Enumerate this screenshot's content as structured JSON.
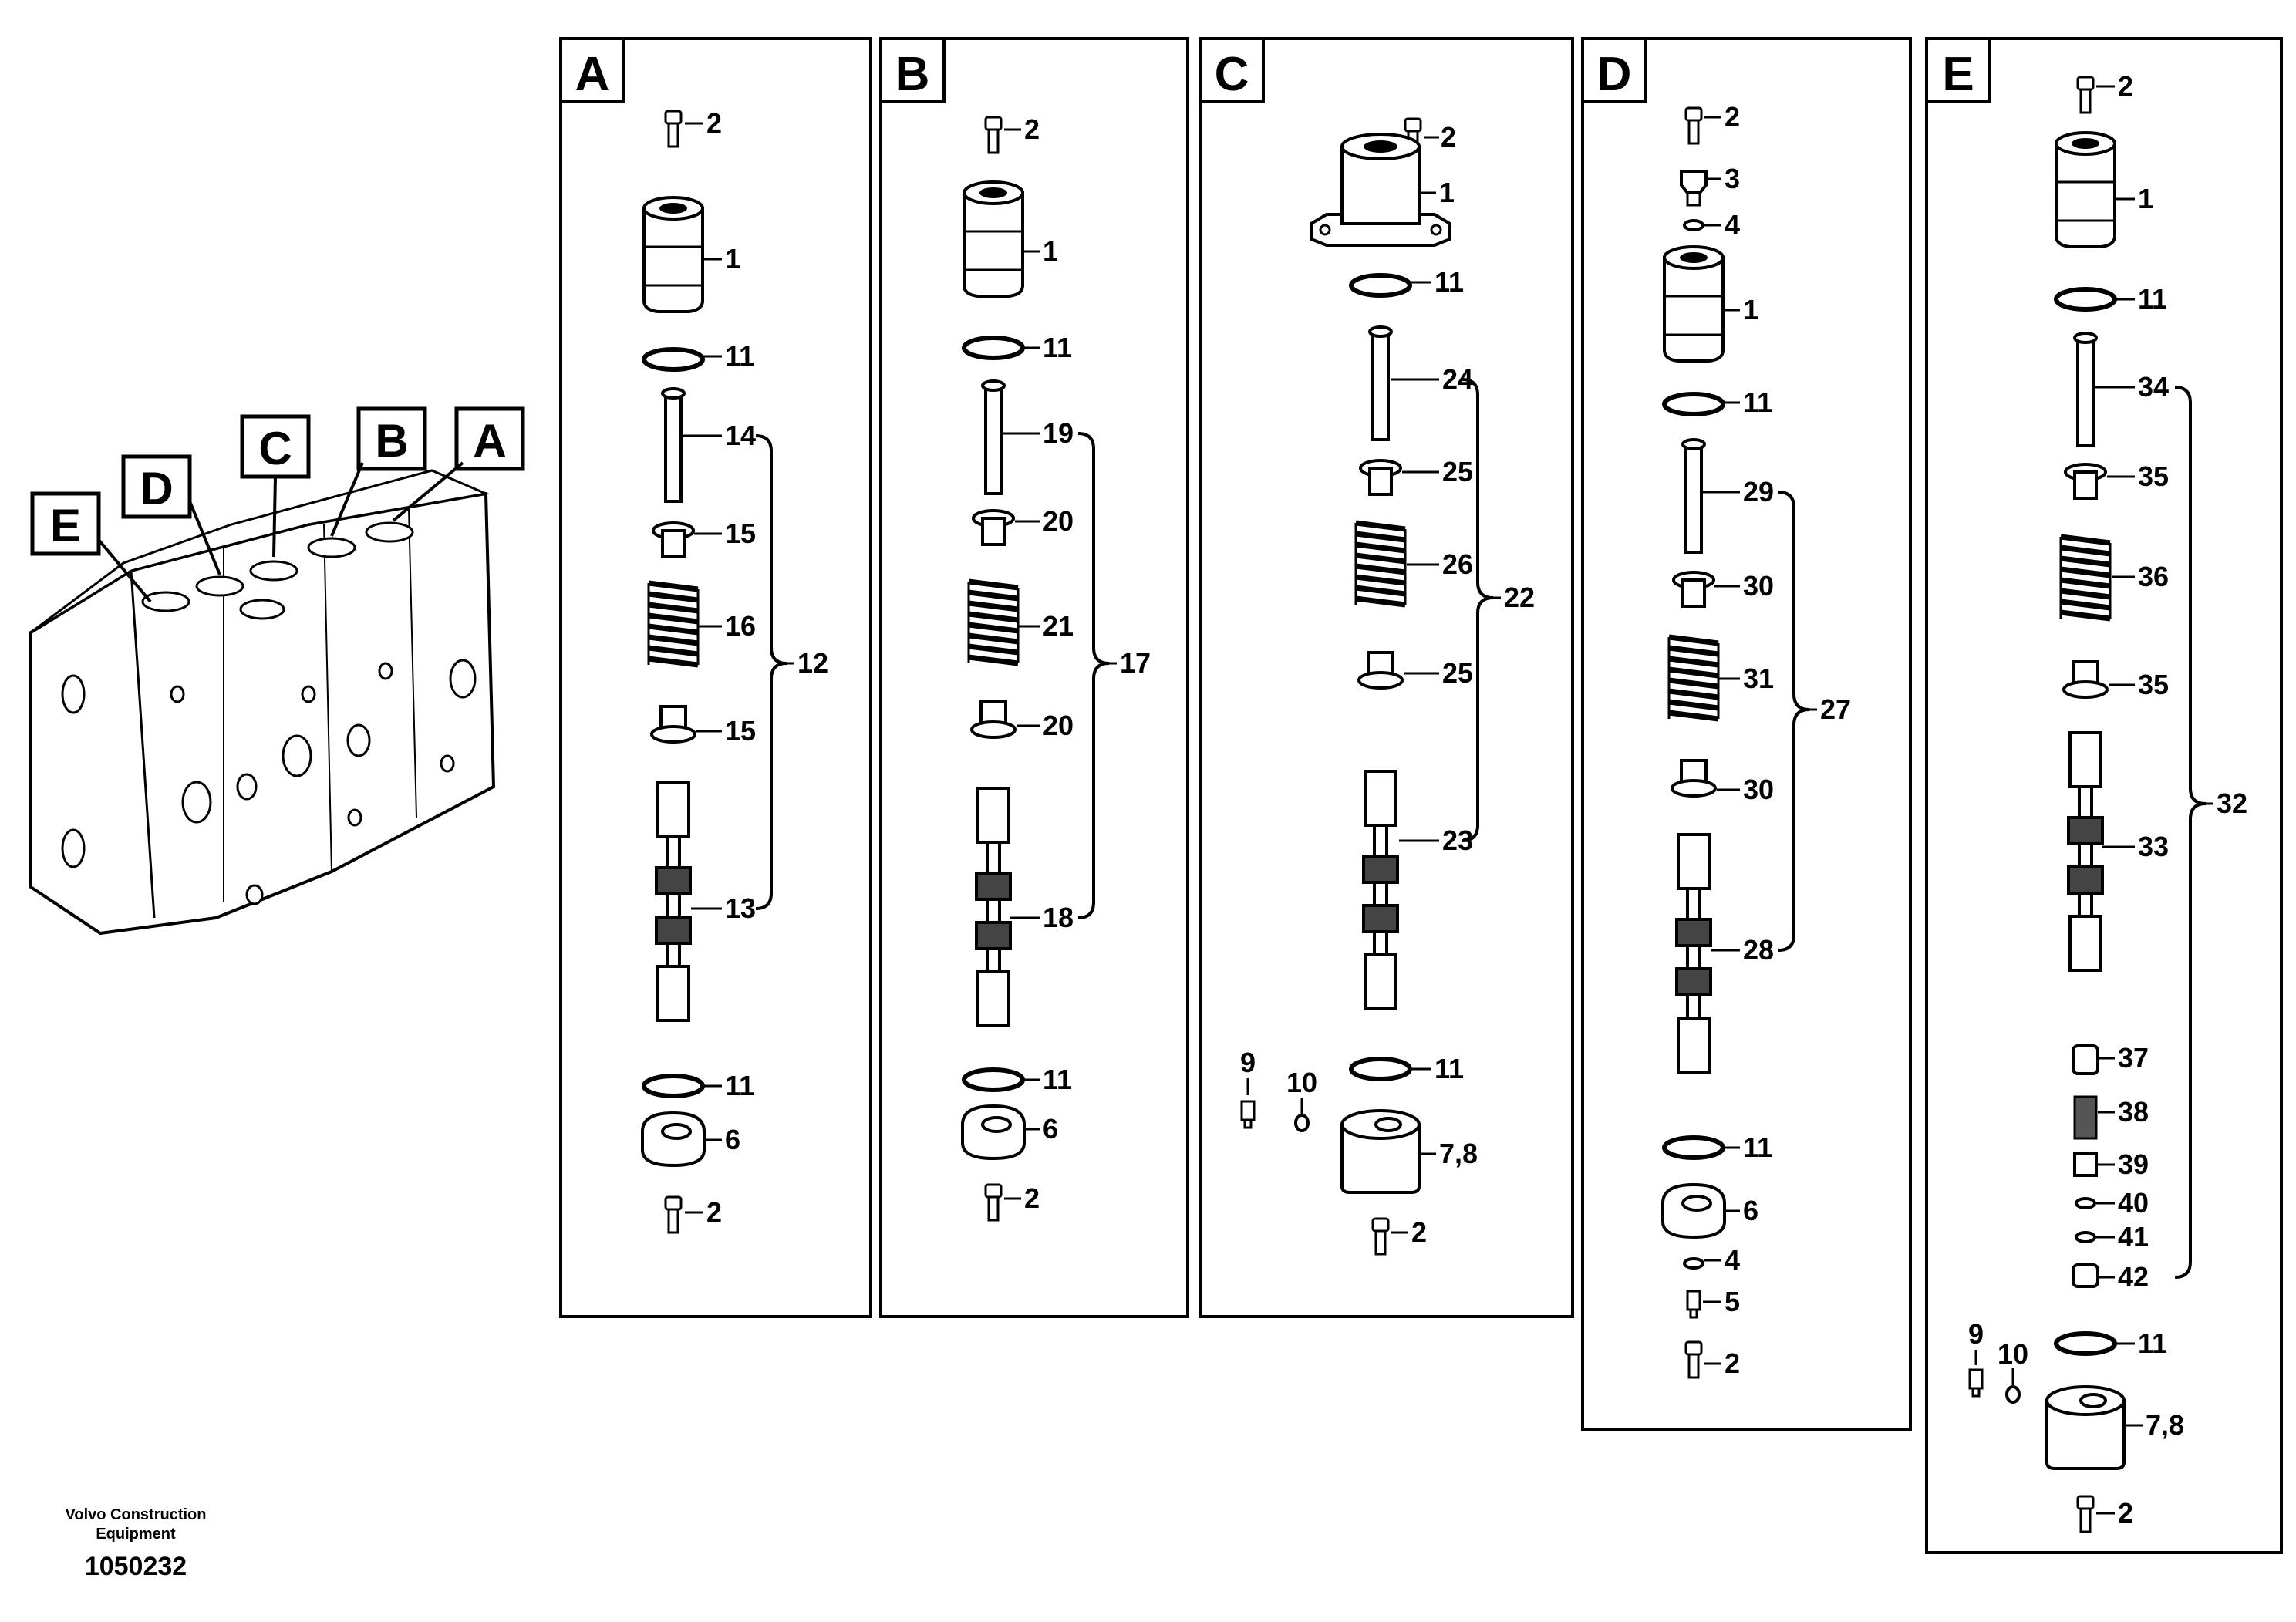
{
  "diagram": {
    "callouts": [
      "A",
      "B",
      "C",
      "D",
      "E"
    ],
    "panels": {
      "A": {
        "letter": "A",
        "labels": [
          "2",
          "1",
          "11",
          "14",
          "15",
          "16",
          "15",
          "13",
          "11",
          "6",
          "2"
        ],
        "group": "12"
      },
      "B": {
        "letter": "B",
        "labels": [
          "2",
          "1",
          "11",
          "19",
          "20",
          "21",
          "20",
          "18",
          "11",
          "6",
          "2"
        ],
        "group": "17"
      },
      "C": {
        "letter": "C",
        "labels": [
          "2",
          "1",
          "11",
          "24",
          "25",
          "26",
          "25",
          "23",
          "11",
          "9",
          "10",
          "7,8",
          "2"
        ],
        "group": "22"
      },
      "D": {
        "letter": "D",
        "labels": [
          "2",
          "3",
          "4",
          "1",
          "11",
          "29",
          "30",
          "31",
          "30",
          "28",
          "11",
          "6",
          "4",
          "5",
          "2"
        ],
        "group": "27"
      },
      "E": {
        "letter": "E",
        "labels": [
          "2",
          "1",
          "11",
          "34",
          "35",
          "36",
          "35",
          "33",
          "37",
          "38",
          "39",
          "40",
          "41",
          "42",
          "11",
          "9",
          "10",
          "7,8",
          "2"
        ],
        "group": "32"
      }
    },
    "footer": {
      "brand_line1": "Volvo Construction",
      "brand_line2": "Equipment",
      "part_number": "1050232"
    }
  }
}
